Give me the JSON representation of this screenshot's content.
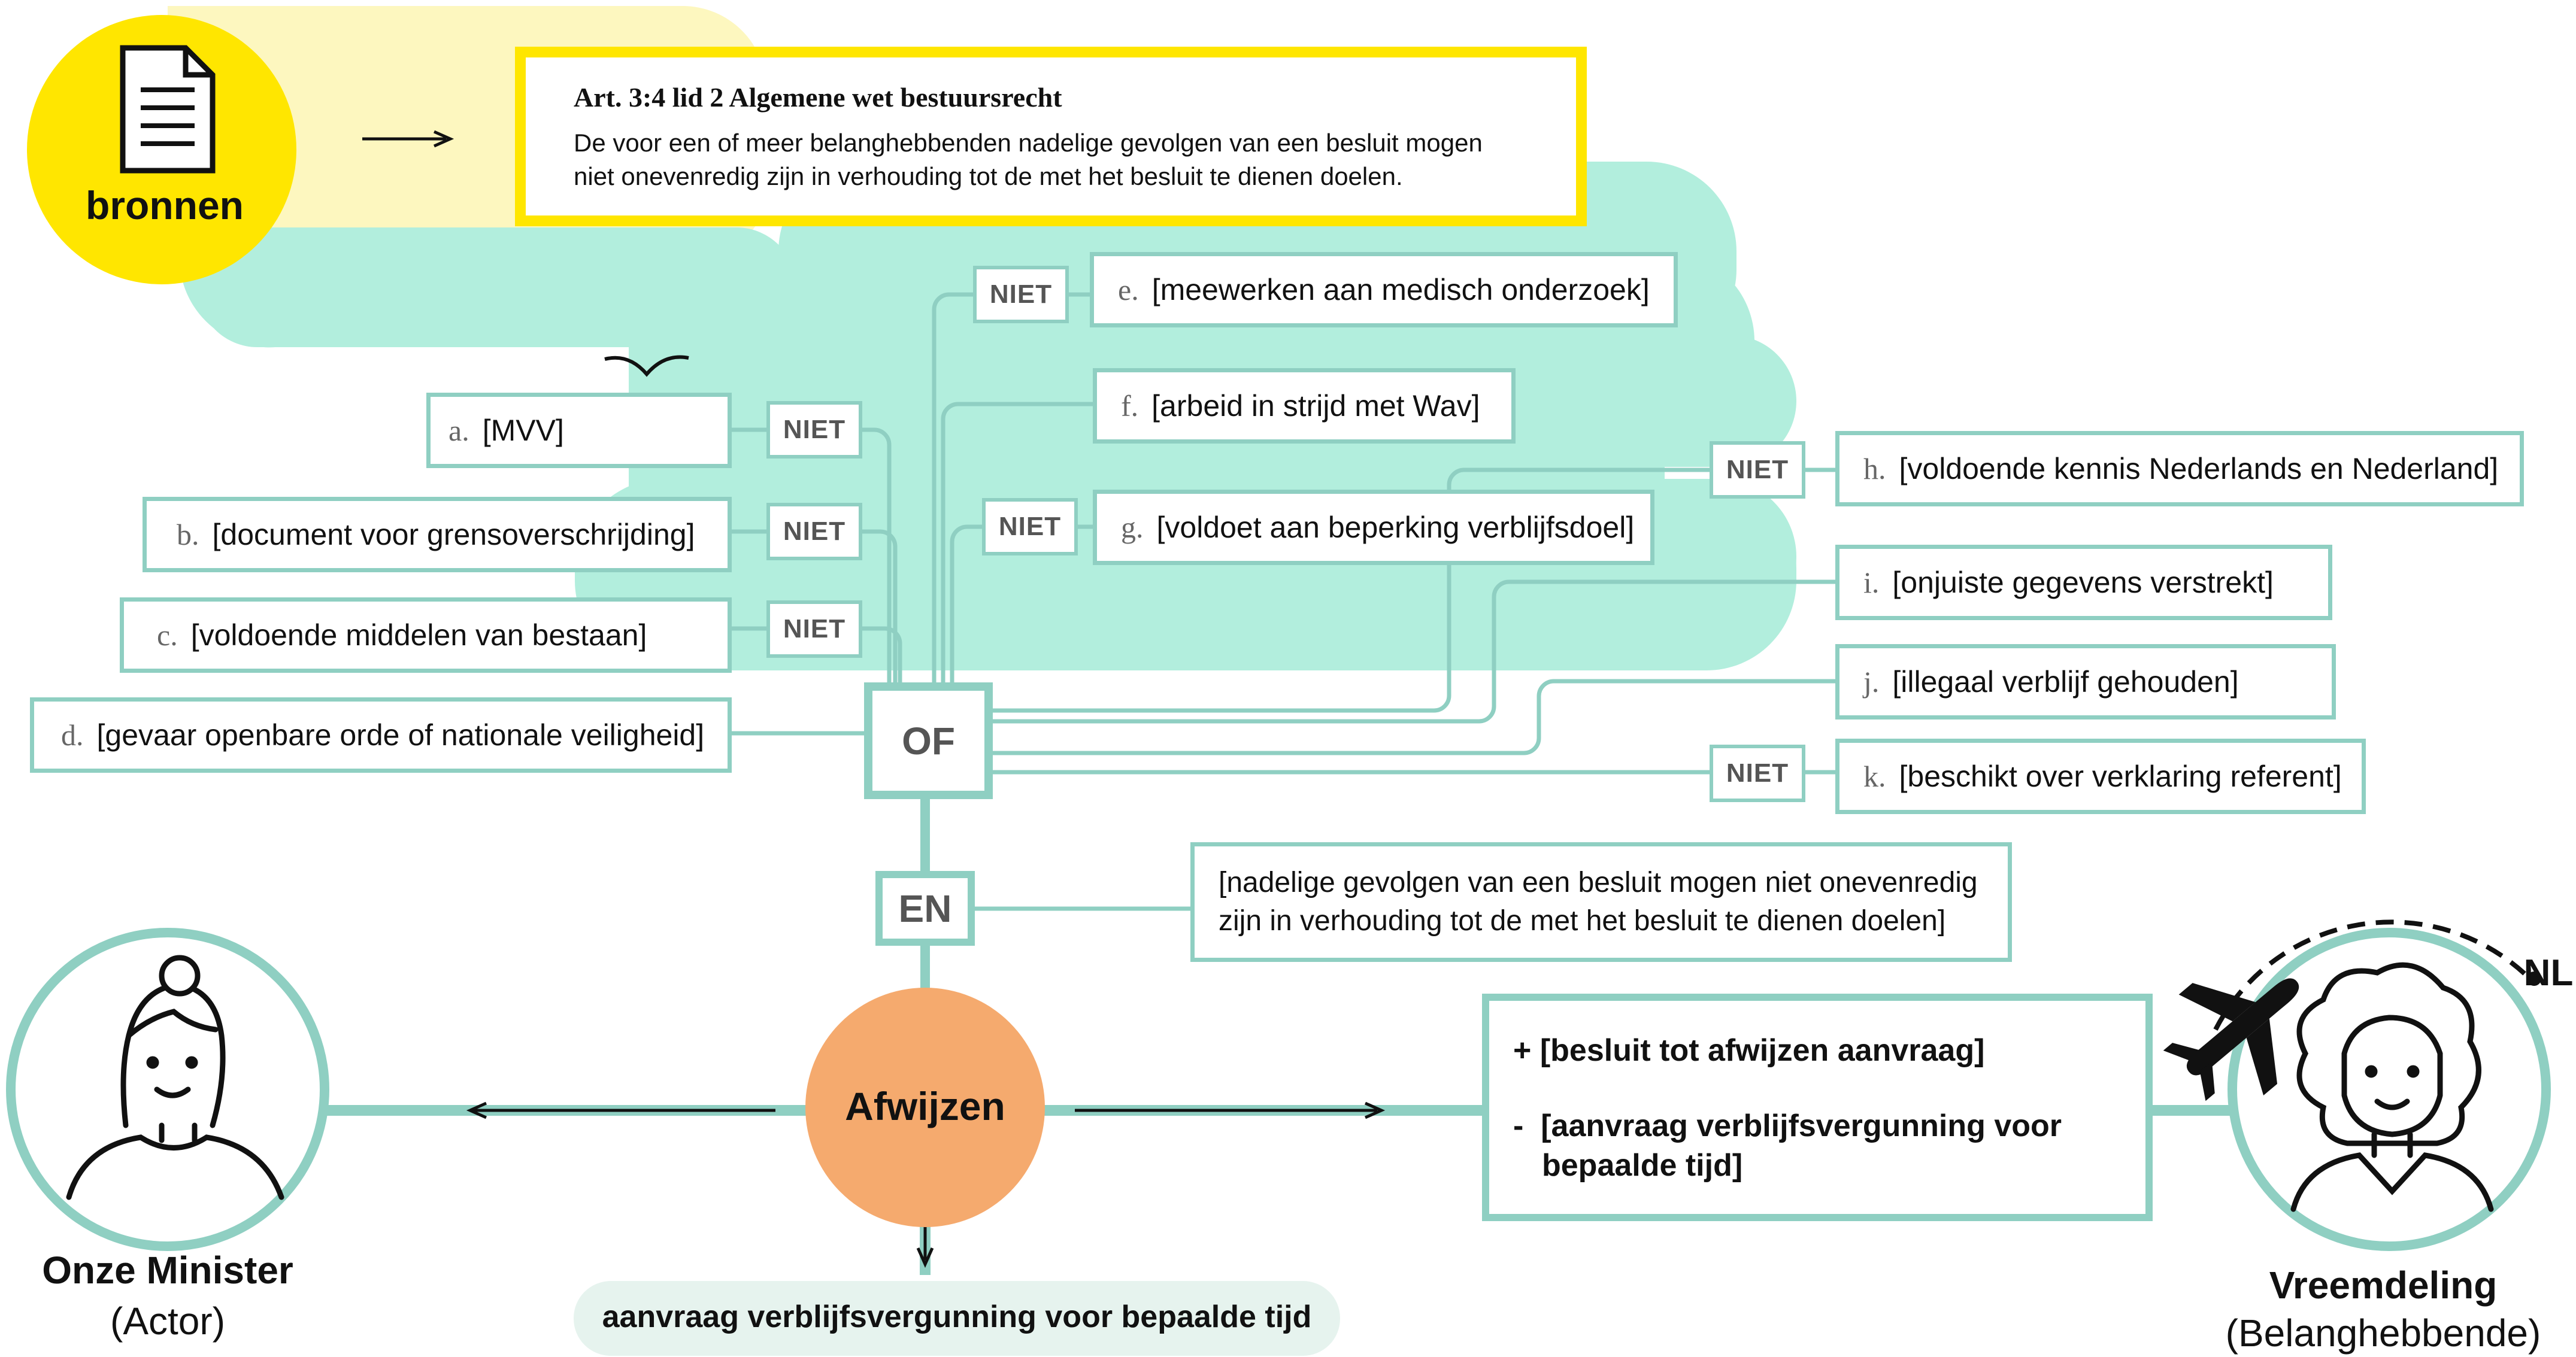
{
  "source": {
    "icon": "document-icon",
    "label": "bronnen",
    "title": "Art. 3:4 lid 2 Algemene wet bestuursrecht",
    "line1": "De voor een of meer belanghebbenden nadelige gevolgen van een besluit mogen",
    "line2": "niet onevenredig zijn in verhouding tot de met het besluit te dienen doelen."
  },
  "conditions": [
    {
      "letter": "a.",
      "text": "[MVV]",
      "negated": true
    },
    {
      "letter": "b.",
      "text": "[document voor grensoverschrijding]",
      "negated": true
    },
    {
      "letter": "c.",
      "text": "[voldoende middelen van bestaan]",
      "negated": true
    },
    {
      "letter": "d.",
      "text": "[gevaar openbare orde of nationale veiligheid]",
      "negated": false
    },
    {
      "letter": "e.",
      "text": "[meewerken aan medisch onderzoek]",
      "negated": true
    },
    {
      "letter": "f.",
      "text": "[arbeid in strijd met Wav]",
      "negated": false
    },
    {
      "letter": "g.",
      "text": "[voldoet aan beperking verblijfsdoel]",
      "negated": true
    },
    {
      "letter": "h.",
      "text": "[voldoende kennis Nederlands en Nederland]",
      "negated": true
    },
    {
      "letter": "i.",
      "text": "[onjuiste gegevens verstrekt]",
      "negated": false
    },
    {
      "letter": "j.",
      "text": "[illegaal verblijf gehouden]",
      "negated": false
    },
    {
      "letter": "k.",
      "text": "[beschikt over verklaring referent]",
      "negated": true
    }
  ],
  "niet_label": "NIET",
  "gates": {
    "or": "OF",
    "and": "EN"
  },
  "and_condition": {
    "line1": "[nadelige gevolgen van een besluit mogen niet onevenredig",
    "line2": "zijn in verhouding tot de met het besluit te dienen doelen]"
  },
  "action": "Afwijzen",
  "object": "aanvraag verblijfsvergunning voor bepaalde tijd",
  "effects": {
    "plus_sign": "+",
    "plus": "[besluit tot afwijzen aanvraag]",
    "minus_sign": "-",
    "minus1": "[aanvraag verblijfsvergunning voor",
    "minus2": "bepaalde tijd]"
  },
  "actor": {
    "name": "Onze Minister",
    "role": "(Actor)"
  },
  "interested": {
    "name": "Vreemdeling",
    "role": "(Belanghebbende)",
    "destination": "NL"
  },
  "colors": {
    "teal": "#8fcfc2",
    "mint": "#b2eedd",
    "yellow": "#ffe600",
    "pale_yellow": "#fdf7bf",
    "orange": "#f5aa6e"
  }
}
